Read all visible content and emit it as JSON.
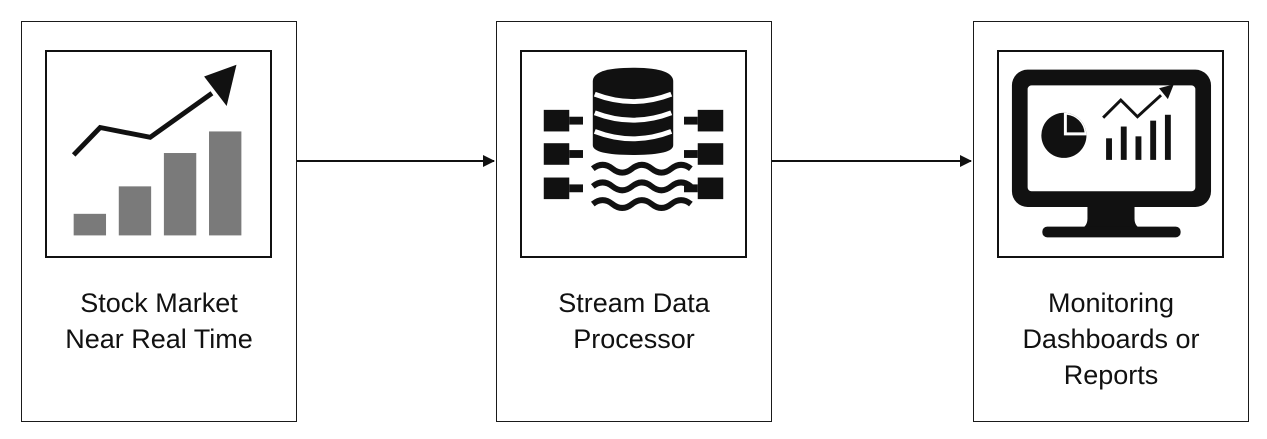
{
  "nodes": [
    {
      "label_lines": [
        "Stock Market",
        "Near Real Time"
      ],
      "icon": "stock-chart-icon"
    },
    {
      "label_lines": [
        "Stream Data",
        "Processor"
      ],
      "icon": "stream-database-icon"
    },
    {
      "label_lines": [
        "Monitoring",
        "Dashboards or",
        "Reports"
      ],
      "icon": "monitor-dashboard-icon"
    }
  ],
  "edges": [
    {
      "from": "Stock Market Near Real Time",
      "to": "Stream Data Processor"
    },
    {
      "from": "Stream Data Processor",
      "to": "Monitoring Dashboards or Reports"
    }
  ],
  "colors": {
    "line": "#111111",
    "bar": "#7a7a7a"
  }
}
